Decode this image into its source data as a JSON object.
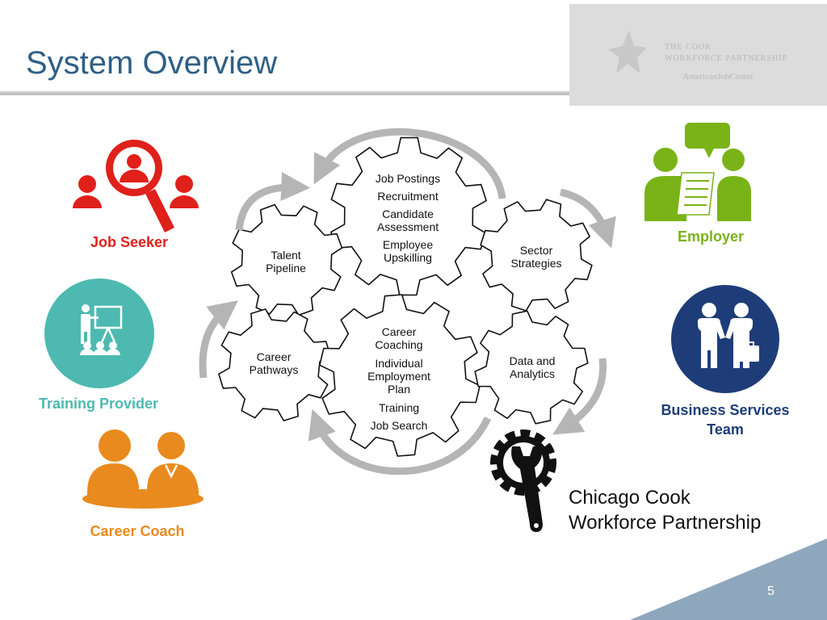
{
  "slide": {
    "title": "System Overview",
    "page_number": "5"
  },
  "logo": {
    "line1": "THE COOK",
    "line2": "WORKFORCE PARTNERSHIP",
    "line3": "AmericanJobCenter"
  },
  "gears": {
    "center_top": [
      "Job Postings",
      "Recruitment",
      "Candidate",
      "Assessment",
      "Employee",
      "Upskilling"
    ],
    "talent_pipeline": [
      "Talent",
      "Pipeline"
    ],
    "sector_strategies": [
      "Sector",
      "Strategies"
    ],
    "career_pathways": [
      "Career",
      "Pathways"
    ],
    "center_bottom": [
      "Career",
      "Coaching",
      "Individual",
      "Employment",
      "Plan",
      "Training",
      "Job Search"
    ],
    "data_analytics": [
      "Data and",
      "Analytics"
    ]
  },
  "roles": {
    "job_seeker": "Job Seeker",
    "training_provider": "Training Provider",
    "career_coach": "Career Coach",
    "employer": "Employer",
    "business_services_line1": "Business Services",
    "business_services_line2": "Team"
  },
  "partner": {
    "line1": "Chicago Cook",
    "line2": "Workforce Partnership"
  },
  "colors": {
    "title": "#2f5f86",
    "job_seeker": "#e0201b",
    "training_provider": "#4db9b0",
    "career_coach": "#e98a1e",
    "employer": "#7ab317",
    "business_services": "#1e3d78",
    "arrows": "#b5b5b5",
    "corner": "#8ea7bd"
  }
}
